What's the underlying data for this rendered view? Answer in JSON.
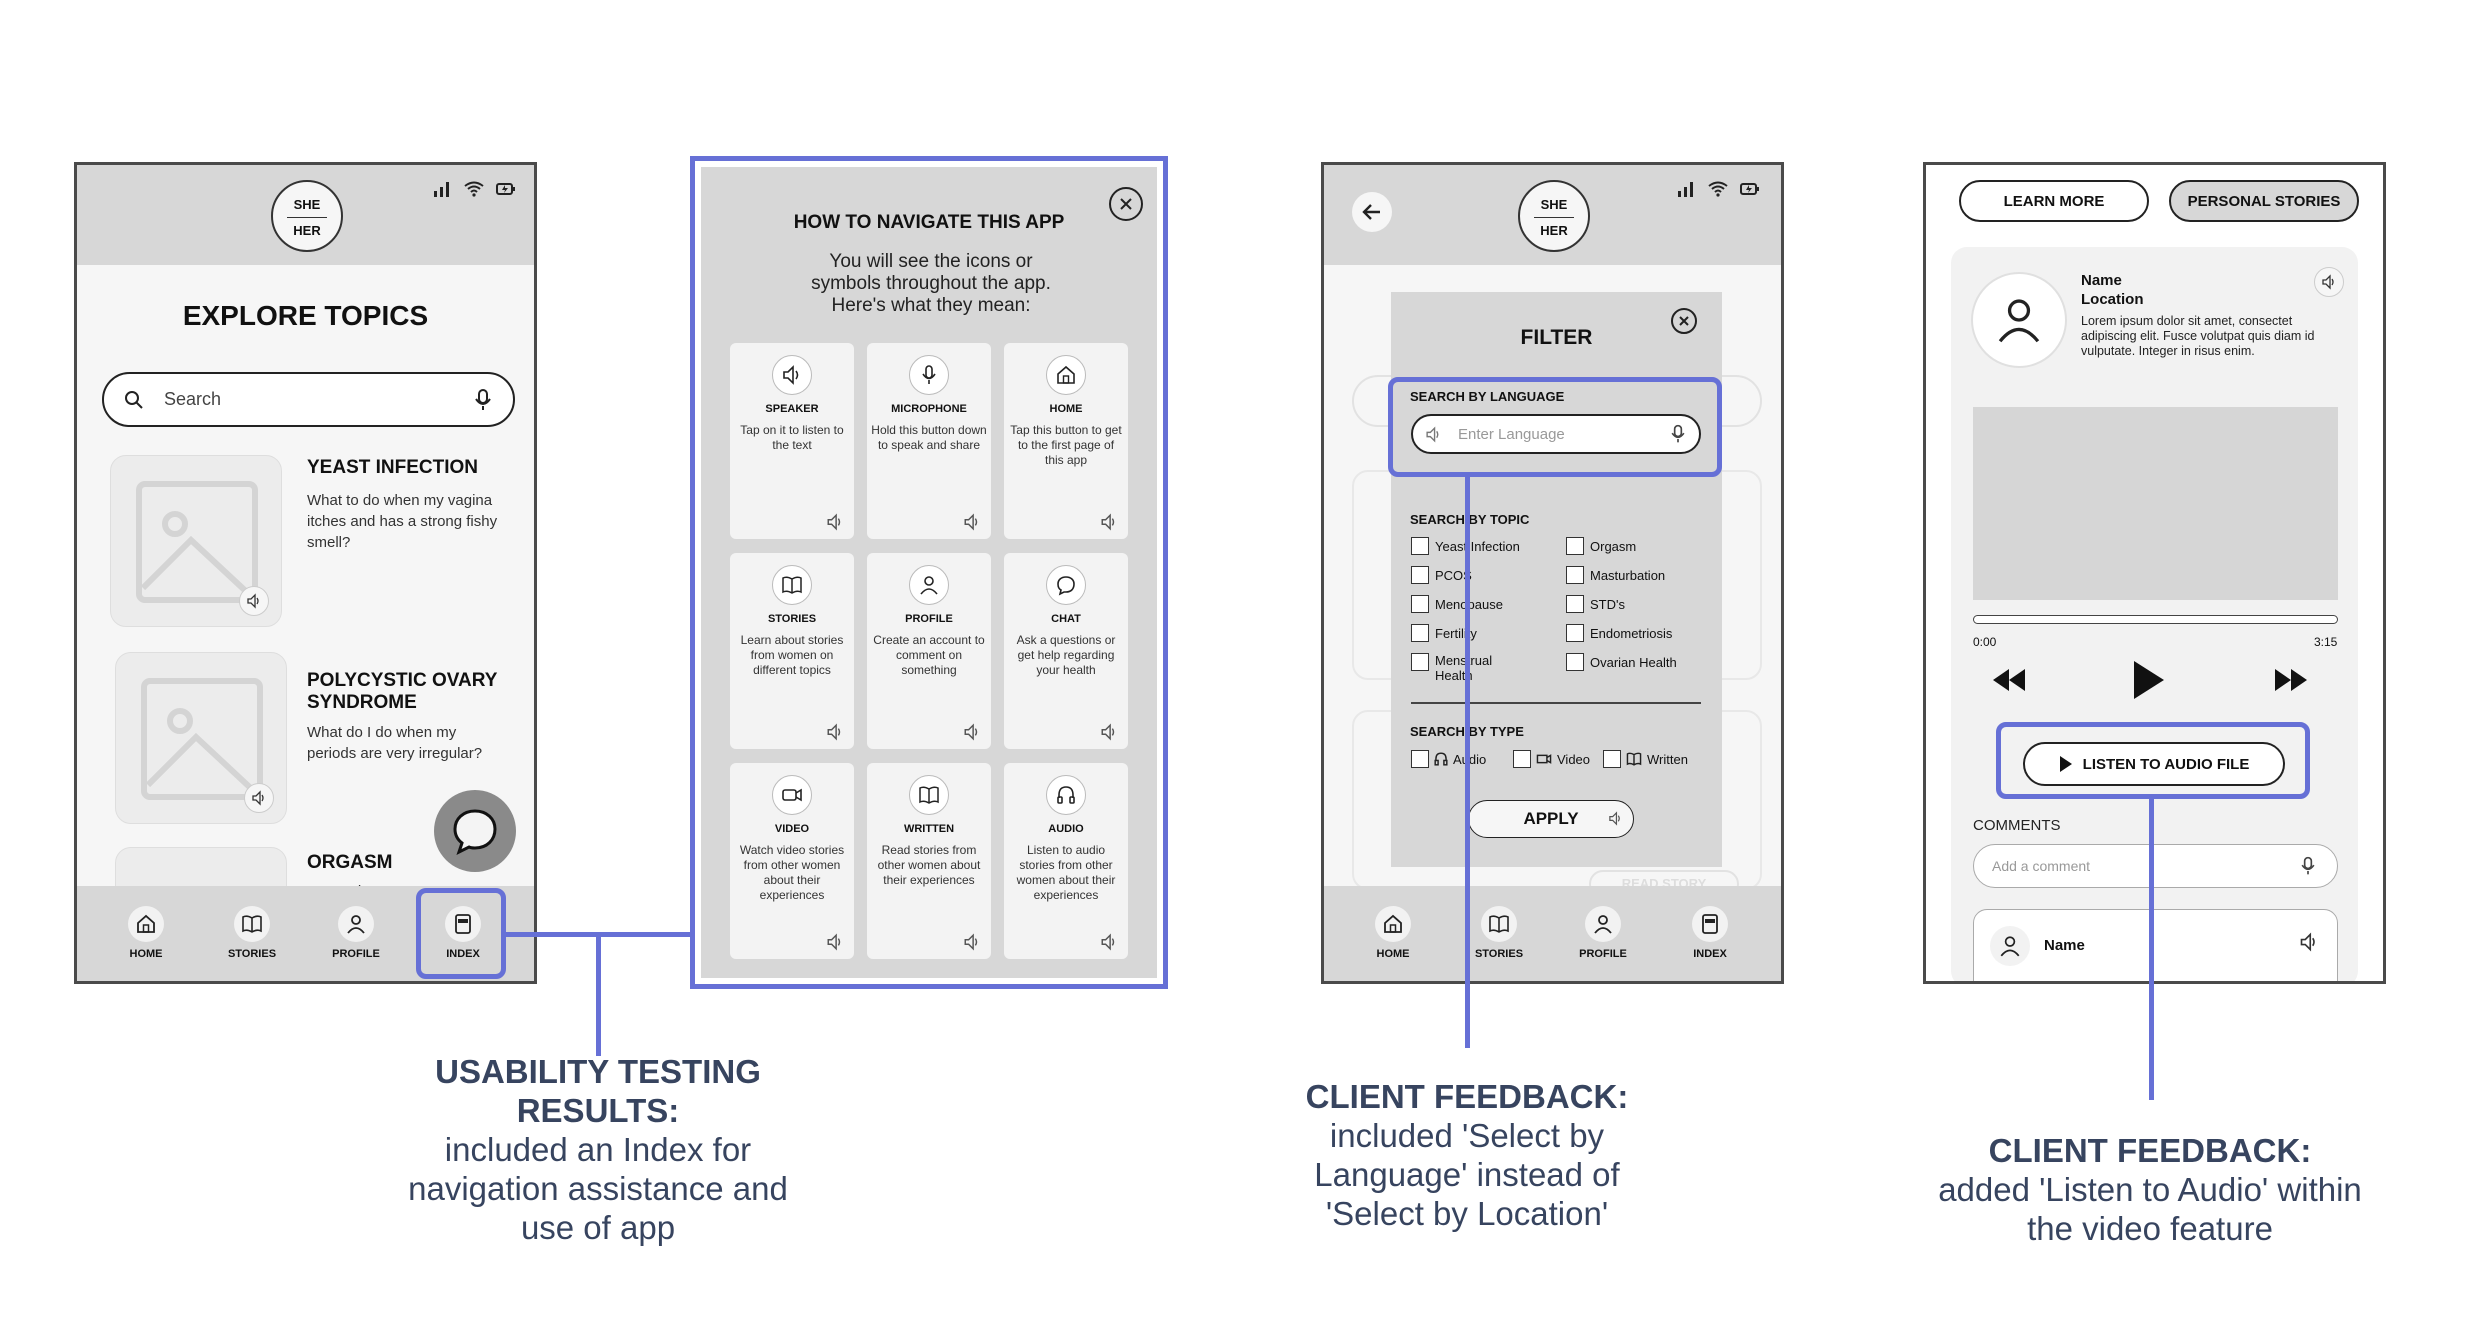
{
  "phone1": {
    "logo": {
      "line1": "SHE",
      "line2": "HER"
    },
    "title": "EXPLORE TOPICS",
    "search_placeholder": "Search",
    "topics": [
      {
        "title": "YEAST INFECTION",
        "desc": "What to do when my vagina itches and has a strong fishy smell?"
      },
      {
        "title": "POLYCYSTIC OVARY SYNDROME",
        "desc": "What do I do when my periods are very irregular?"
      },
      {
        "title": "ORGASM",
        "desc": "How to have an orgasm"
      }
    ],
    "nav": [
      "HOME",
      "STORIES",
      "PROFILE",
      "INDEX"
    ]
  },
  "index_modal": {
    "title": "HOW TO NAVIGATE THIS APP",
    "subtitle": "You will see the icons or symbols throughout the app. Here's what they mean:",
    "cards": [
      {
        "icon": "speaker-icon",
        "title": "SPEAKER",
        "desc": "Tap on it to listen to the text"
      },
      {
        "icon": "microphone-icon",
        "title": "MICROPHONE",
        "desc": "Hold this button down to speak and share"
      },
      {
        "icon": "home-icon",
        "title": "HOME",
        "desc": "Tap this button to get to the first page of this app"
      },
      {
        "icon": "book-icon",
        "title": "STORIES",
        "desc": "Learn about stories from women on different topics"
      },
      {
        "icon": "profile-icon",
        "title": "PROFILE",
        "desc": "Create an account to comment on something"
      },
      {
        "icon": "chat-icon",
        "title": "CHAT",
        "desc": "Ask a questions or get help regarding your health"
      },
      {
        "icon": "video-icon",
        "title": "VIDEO",
        "desc": "Watch video stories from other women about their experiences"
      },
      {
        "icon": "book-icon",
        "title": "WRITTEN",
        "desc": "Read stories from other women about their experiences"
      },
      {
        "icon": "headphones-icon",
        "title": "AUDIO",
        "desc": "Listen to audio stories from other women about their experiences"
      }
    ]
  },
  "phone2": {
    "logo": {
      "line1": "SHE",
      "line2": "HER"
    },
    "filter": {
      "title": "FILTER",
      "language_label": "SEARCH BY LANGUAGE",
      "language_placeholder": "Enter Language",
      "topic_label": "SEARCH BY TOPIC",
      "topics_left": [
        "Yeast Infection",
        "PCOS",
        "Menopause",
        "Fertility",
        "Menstrual Health"
      ],
      "topics_right": [
        "Orgasm",
        "Masturbation",
        "STD's",
        "Endometriosis",
        "Ovarian Health"
      ],
      "type_label": "SEARCH BY TYPE",
      "types": [
        "Audio",
        "Video",
        "Written"
      ],
      "apply": "APPLY"
    },
    "bg_read_story": "READ STORY",
    "nav": [
      "HOME",
      "STORIES",
      "PROFILE",
      "INDEX"
    ]
  },
  "phone3": {
    "tabs": [
      "LEARN MORE",
      "PERSONAL STORIES"
    ],
    "story": {
      "name": "Name",
      "location": "Location",
      "text": "Lorem ipsum dolor sit amet, consectet adipiscing elit. Fusce volutpat quis diam id vulputate. Integer in risus enim.",
      "time_start": "0:00",
      "time_end": "3:15",
      "progress": 0
    },
    "listen_button": "LISTEN TO AUDIO FILE",
    "comments_label": "COMMENTS",
    "comment_placeholder": "Add a comment",
    "commenter_name": "Name"
  },
  "captions": {
    "c1_bold": "USABILITY TESTING RESULTS:",
    "c1_text": "included an Index for navigation assistance  and use of app",
    "c2_bold": "CLIENT FEEDBACK:",
    "c2_text": "included 'Select by Language' instead of 'Select by Location'",
    "c3_bold": "CLIENT FEEDBACK:",
    "c3_text": "added 'Listen to Audio' within the video feature"
  },
  "colors": {
    "highlight": "#6670d6",
    "caption": "#37445f",
    "panel": "#d7d7d7"
  }
}
